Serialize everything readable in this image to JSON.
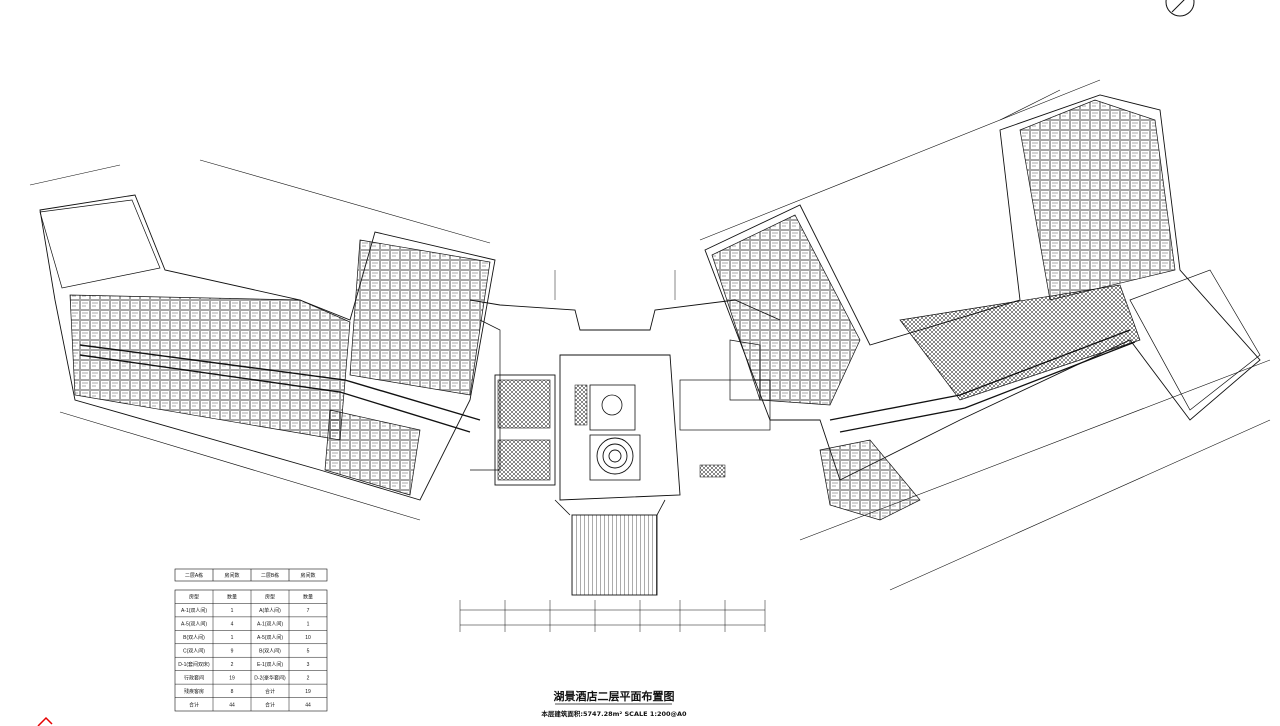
{
  "drawing": {
    "title": "湖景酒店二层平面布置图",
    "subtitle": "本层建筑面积:5747.28m²  SCALE 1:200@A0",
    "north_arrow_icon": "north-arrow-icon"
  },
  "schedule": {
    "header": [
      "二层A栋",
      "房间数",
      "二层B栋",
      "房间数"
    ],
    "subheader": [
      "房型",
      "数量",
      "房型",
      "数量"
    ],
    "rows": [
      [
        "A-1(双人间)",
        "1",
        "A(单人间)",
        "7"
      ],
      [
        "A-5(双人间)",
        "4",
        "A-1(双人间)",
        "1"
      ],
      [
        "B(双人间)",
        "1",
        "A-5(双人间)",
        "10"
      ],
      [
        "C(双人间)",
        "9",
        "B(双人间)",
        "5"
      ],
      [
        "D-1(套间双床)",
        "2",
        "E-1(双人间)",
        "3"
      ],
      [
        "行政套间",
        "19",
        "D-2(豪华套间)",
        "2"
      ],
      [
        "残疾客房",
        "8",
        "合计",
        "19"
      ],
      [
        "合计",
        "44",
        "合计",
        "44"
      ]
    ]
  },
  "colors": {
    "line": "#111111",
    "accent_mark": "#e60000"
  }
}
